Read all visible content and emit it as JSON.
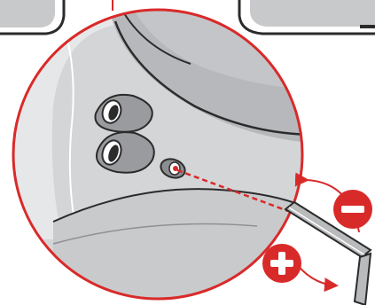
{
  "colors": {
    "accent_red": "#d92a2a",
    "machine_grey": "#c8c9cb",
    "machine_dark": "#9a9b9e",
    "outline": "#2b2b2b",
    "screw_grey": "#8c8d90",
    "wrench_grey": "#b9babc"
  },
  "diagram": {
    "magnified_area": "magnifier-circle",
    "adjustment_screw": "adjustment-screw-icon",
    "tool": "hex-key-icon",
    "direction_indicators": [
      {
        "symbol": "plus-icon",
        "meaning_color": "accent_red"
      },
      {
        "symbol": "minus-icon",
        "meaning_color": "accent_red"
      }
    ]
  }
}
